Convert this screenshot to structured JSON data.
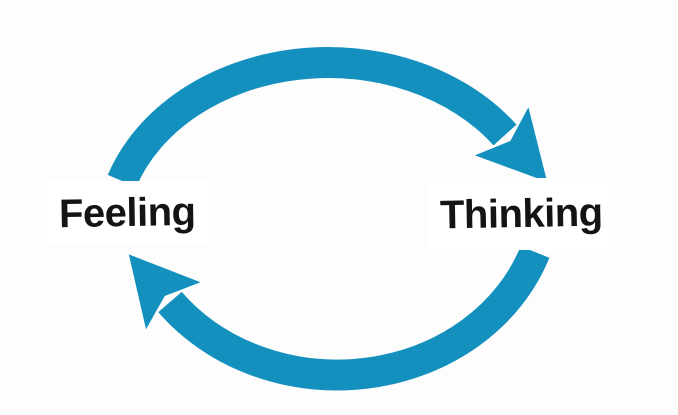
{
  "diagram": {
    "type": "cycle",
    "description": "Two-step circular loop between Feeling and Thinking",
    "arrow_color": "#1390BE",
    "background_color": "#fdfdfe",
    "label_background_color": "#ffffff",
    "text_color": "#141414",
    "labels": {
      "left": "Feeling",
      "right": "Thinking"
    }
  }
}
